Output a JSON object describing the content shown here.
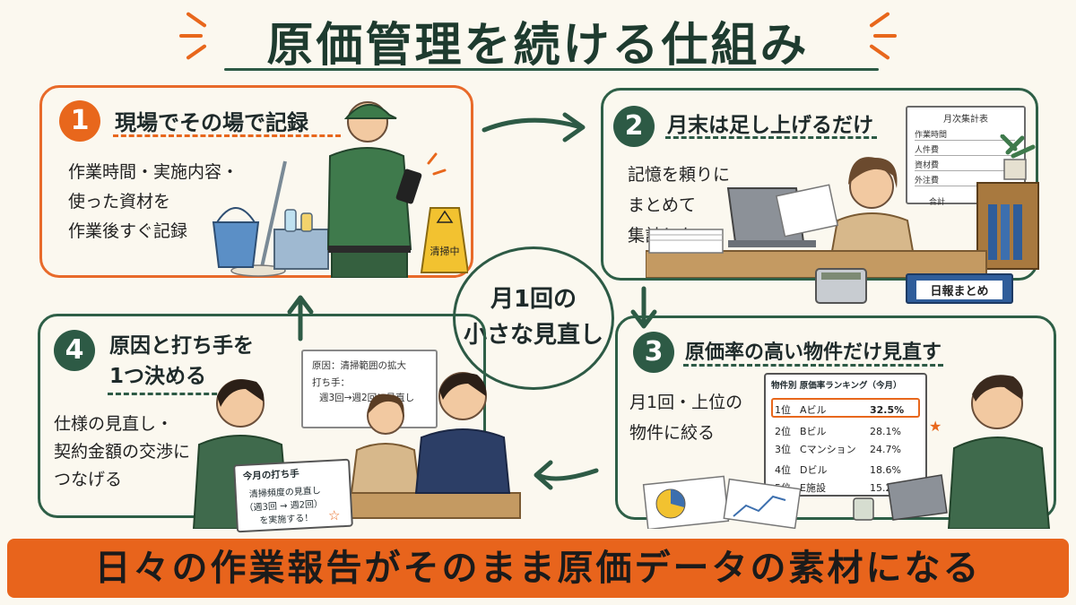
{
  "title": "原価管理を続ける仕組み",
  "center": {
    "line1": "月1回の",
    "line2": "小さな見直し"
  },
  "steps": [
    {
      "number": "1",
      "title": "現場でその場で記録",
      "lines": [
        "作業時間・実施内容・",
        "使った資材を",
        "作業後すぐ記録"
      ]
    },
    {
      "number": "2",
      "title": "月末は足し上げるだけ",
      "lines": [
        "記憶を頼りに",
        "まとめて",
        "集計しない"
      ]
    },
    {
      "number": "3",
      "title": "原価率の高い物件だけ見直す",
      "lines": [
        "月1回・上位の",
        "物件に絞る"
      ]
    },
    {
      "number": "4",
      "title_line1": "原因と打ち手を",
      "title_line2": "1つ決める",
      "lines": [
        "仕様の見直し・",
        "契約金額の交渉に",
        "つなげる"
      ]
    }
  ],
  "illustrations": {
    "wet_floor_sign": "清掃中",
    "monthly_sheet": {
      "title": "月次集計表",
      "rows": [
        "作業時間",
        "人件費",
        "資材費",
        "外注費"
      ],
      "total": "合計"
    },
    "binder_label": "日報まとめ",
    "whiteboard": {
      "line1": "原因：清掃範囲の拡大",
      "line2": "打ち手：",
      "line3": "週3回→週2回に見直し"
    },
    "action_card": {
      "title": "今月の打ち手",
      "line1": "清掃頻度の見直し",
      "line2": "（週3回 → 週2回）",
      "line3": "を実施する！"
    },
    "ranking": {
      "header": "物件別 原価率ランキング（今月）",
      "rows": [
        {
          "rank": "1位",
          "name": "Aビル",
          "rate": "32.5%"
        },
        {
          "rank": "2位",
          "name": "Bビル",
          "rate": "28.1%"
        },
        {
          "rank": "3位",
          "name": "Cマンション",
          "rate": "24.7%"
        },
        {
          "rank": "4位",
          "name": "Dビル",
          "rate": "18.6%"
        },
        {
          "rank": "5位",
          "name": "E施設",
          "rate": "15.2%"
        }
      ]
    }
  },
  "banner": "日々の作業報告がそのまま原価データの素材になる",
  "colors": {
    "accent": "#e8671c",
    "green": "#2d5a45",
    "background": "#fbf8ef"
  }
}
